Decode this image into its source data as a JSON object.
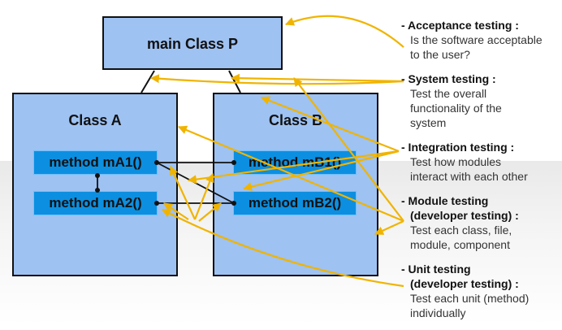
{
  "diagram": {
    "class_p": "main Class P",
    "class_a": "Class A",
    "class_b": "Class B",
    "methods": {
      "mA1": "method mA1()",
      "mA2": "method mA2()",
      "mB1": "method mB1()",
      "mB2": "method mB2()"
    }
  },
  "notes": [
    {
      "title": "- Acceptance testing :",
      "desc": [
        "Is the software acceptable",
        "to the user?"
      ]
    },
    {
      "title": "- System testing :",
      "desc": [
        "Test the overall",
        "functionality of the",
        "system"
      ]
    },
    {
      "title": "- Integration testing :",
      "desc": [
        "Test how modules",
        "interact with each other"
      ]
    },
    {
      "title": "- Module testing",
      "title2": "(developer testing) :",
      "desc": [
        "Test each class, file,",
        "module, component"
      ]
    },
    {
      "title": "- Unit testing",
      "title2": "(developer testing) :",
      "desc": [
        "Test each unit (method)",
        "individually"
      ]
    }
  ],
  "colors": {
    "class_fill": "#9ec2f2",
    "method_fill": "#0c8fe0",
    "arrow": "#f0b400"
  }
}
